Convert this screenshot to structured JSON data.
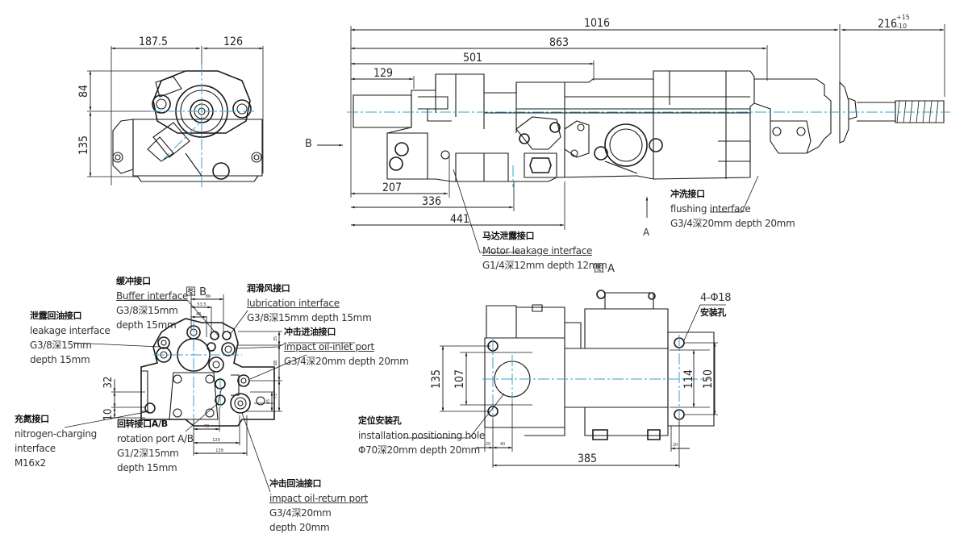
{
  "drawing": {
    "views": {
      "view_a_label": "图 A",
      "view_b_label": "图 B",
      "arrow_b": "B",
      "arrow_a": "A"
    },
    "end_view_dims": {
      "width_left": "187.5",
      "width_right": "126",
      "height_top": "84",
      "height_bottom": "135"
    },
    "side_view_dims": {
      "overall": "1016",
      "d863": "863",
      "d501": "501",
      "d129": "129",
      "shank": "216",
      "shank_tol_upper": "+15",
      "shank_tol_lower": "-10",
      "d207": "207",
      "d336": "336",
      "d441": "441"
    },
    "rear_view_dims": {
      "d32": "32",
      "d10": "10",
      "d86": "86",
      "d53_5": "53.5",
      "d48": "48",
      "d35": "35",
      "d22_5": "22.5",
      "d88": "88",
      "d45": "45",
      "d75": "75",
      "d21": "21",
      "d70": "70",
      "d129": "129",
      "d139": "139"
    },
    "bottom_view_dims": {
      "d135": "135",
      "d107": "107",
      "d114": "114",
      "d150": "150",
      "d385": "385",
      "d20a": "20",
      "d40": "40",
      "d20b": "20",
      "holes": "4-Φ18",
      "holes_cn": "安装孔"
    },
    "callouts": {
      "motor_leakage": {
        "cn": "马达泄露接口",
        "en": "Motor leakage interface",
        "spec": "G1/4深12mm depth 12mm"
      },
      "flushing": {
        "cn": "冲洗接口",
        "en": "flushing interface",
        "spec": "G3/4深20mm depth 20mm"
      },
      "buffer": {
        "cn": "缓冲接口",
        "en": "Buffer interface",
        "spec1": "G3/8深15mm",
        "spec2": "depth 15mm"
      },
      "leakage": {
        "cn": "泄露回油接口",
        "en": "leakage interface",
        "spec1": "G3/8深15mm",
        "spec2": "depth 15mm"
      },
      "lubrication": {
        "cn": "润滑风接口",
        "en": "lubrication interface",
        "spec": "G3/8深15mm depth 15mm"
      },
      "impact_inlet": {
        "cn": "冲击进油接口",
        "en": "impact oil-inlet port",
        "spec": "G3/4深20mm depth 20mm"
      },
      "nitrogen": {
        "cn": "充氮接口",
        "en1": "nitrogen-charging",
        "en2": "interface",
        "spec": "M16x2"
      },
      "rotation": {
        "cn": "回转接口A/B",
        "en": "rotation port A/B",
        "spec1": "G1/2深15mm",
        "spec2": "depth 15mm"
      },
      "impact_return": {
        "cn": "冲击回油接口",
        "en": "impact oil-return port",
        "spec1": "G3/4深20mm",
        "spec2": "depth 20mm"
      },
      "positioning": {
        "cn": "定位安装孔",
        "en": "installation positioning hole",
        "spec": "Φ70深20mm depth 20mm"
      }
    },
    "colors": {
      "line": "#1a1a1a",
      "centerline": "#3aa0c8"
    }
  }
}
